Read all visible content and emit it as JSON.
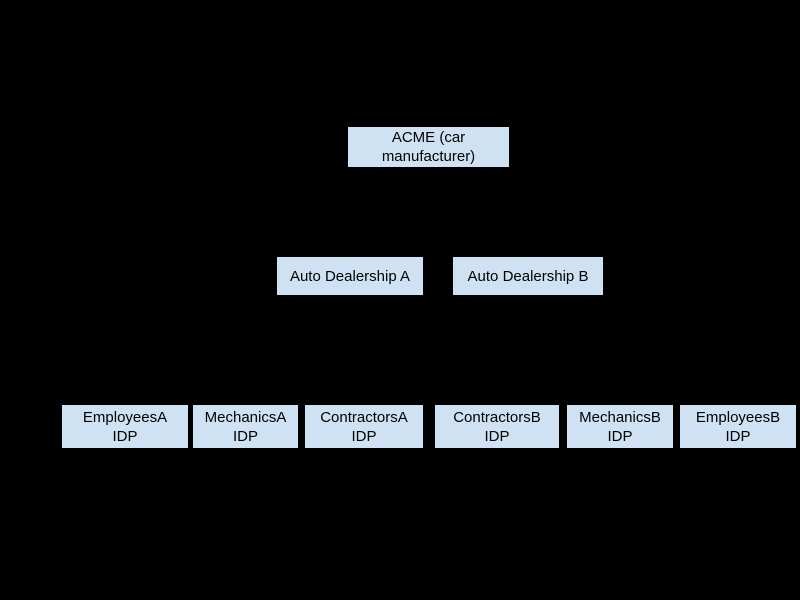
{
  "diagram": {
    "background_color": "#000000",
    "node_fill_color": "#cfe2f3",
    "node_text_color": "#000000",
    "nodes": {
      "acme": {
        "label": "ACME (car manufacturer)",
        "lines": [
          "ACME (car",
          "manufacturer)"
        ]
      },
      "dealership_a": {
        "label": "Auto Dealership A",
        "lines": [
          "Auto Dealership A"
        ]
      },
      "dealership_b": {
        "label": "Auto Dealership B",
        "lines": [
          "Auto Dealership B"
        ]
      },
      "employees_a": {
        "label": "EmployeesA IDP",
        "lines": [
          "EmployeesA",
          "IDP"
        ]
      },
      "mechanics_a": {
        "label": "MechanicsA IDP",
        "lines": [
          "MechanicsA",
          "IDP"
        ]
      },
      "contractors_a": {
        "label": "ContractorsA IDP",
        "lines": [
          "ContractorsA",
          "IDP"
        ]
      },
      "contractors_b": {
        "label": "ContractorsB IDP",
        "lines": [
          "ContractorsB",
          "IDP"
        ]
      },
      "mechanics_b": {
        "label": "MechanicsB IDP",
        "lines": [
          "MechanicsB",
          "IDP"
        ]
      },
      "employees_b": {
        "label": "EmployeesB IDP",
        "lines": [
          "EmployeesB",
          "IDP"
        ]
      }
    }
  }
}
